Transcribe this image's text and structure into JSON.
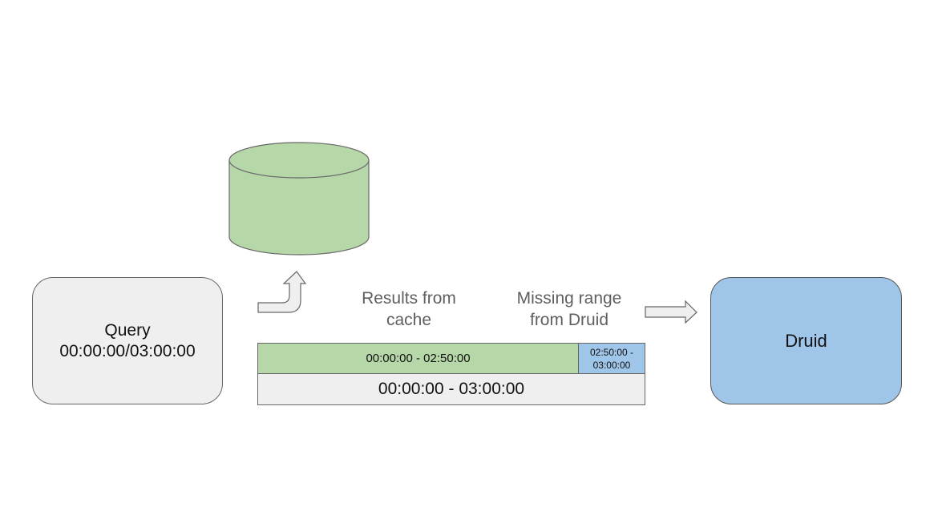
{
  "query": {
    "label": "Query",
    "range": "00:00:00/03:00:00"
  },
  "druid": {
    "label": "Druid"
  },
  "captions": {
    "cache": "Results from\ncache",
    "missing": "Missing range\nfrom Druid"
  },
  "timeline": {
    "cached_segment": "00:00:00 - 02:50:00",
    "missing_segment": "02:50:00 -\n03:00:00",
    "full_range": "00:00:00 - 03:00:00"
  },
  "colors": {
    "cache_green": "#b6d7a8",
    "druid_blue": "#9fc5e8",
    "neutral_gray": "#efefef"
  },
  "icons": {
    "cache_store": "database-cylinder-icon",
    "cache_arrow": "bent-arrow-up-icon",
    "druid_arrow": "arrow-right-icon"
  }
}
